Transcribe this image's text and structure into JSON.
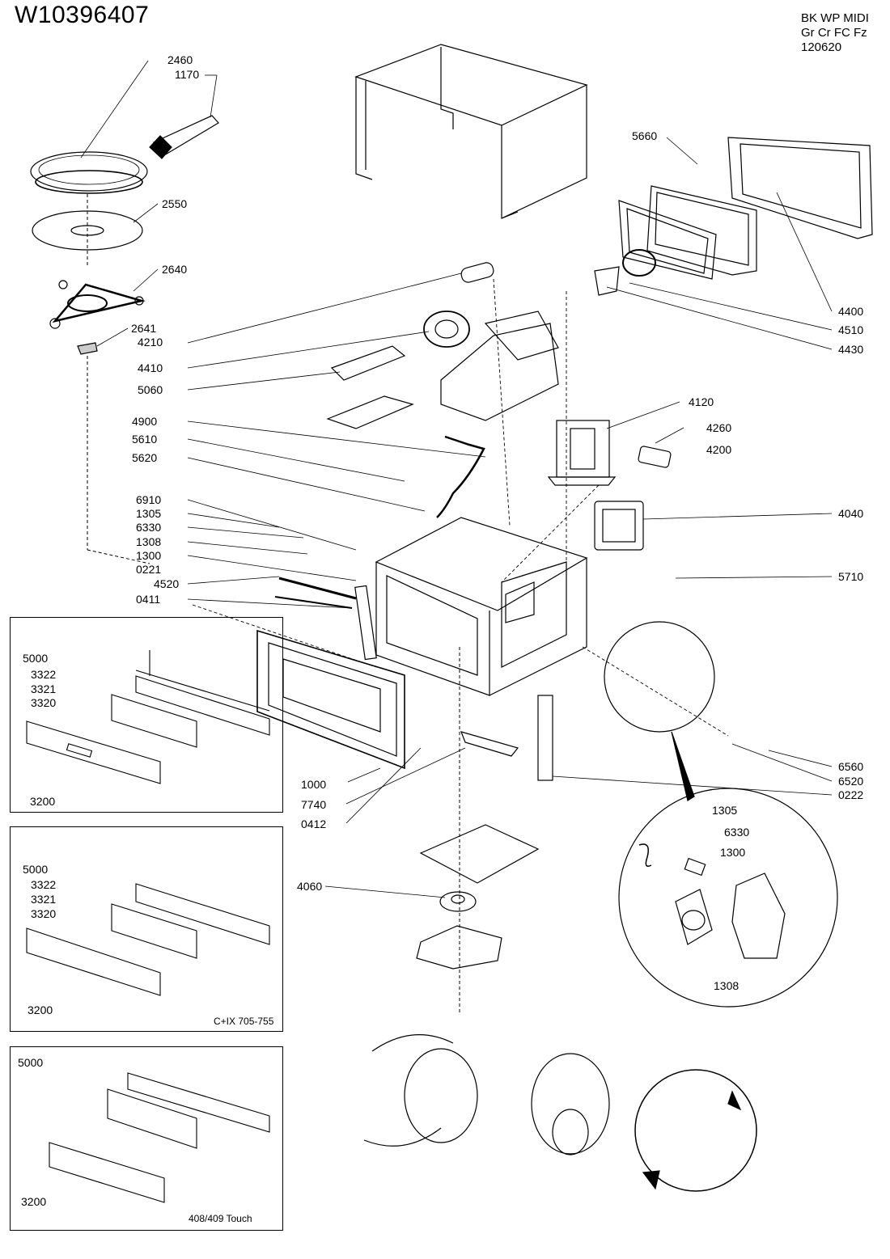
{
  "document_id": "W10396407",
  "header_meta": [
    "BK WP MIDI",
    "Gr Cr FC Fz",
    "120620"
  ],
  "panels": [
    {
      "caption": ""
    },
    {
      "caption": "C+IX 705-755"
    },
    {
      "caption": "408/409 Touch"
    }
  ],
  "part_numbers": {
    "p2460": "2460",
    "p1170": "1170",
    "p2550": "2550",
    "p2640": "2640",
    "p2641": "2641",
    "p4210": "4210",
    "p4410": "4410",
    "p5060": "5060",
    "p4900": "4900",
    "p5610": "5610",
    "p5620": "5620",
    "p6910": "6910",
    "p1305": "1305",
    "p6330": "6330",
    "p1308": "1308",
    "p1300": "1300",
    "p0221": "0221",
    "p4520": "4520",
    "p0411": "0411",
    "p5660": "5660",
    "p4400": "4400",
    "p4510": "4510",
    "p4430": "4430",
    "p4120": "4120",
    "p4260": "4260",
    "p4200": "4200",
    "p4040": "4040",
    "p5710": "5710",
    "p6560": "6560",
    "p6520": "6520",
    "p0222": "0222",
    "p1000": "1000",
    "p7740": "7740",
    "p0412": "0412",
    "p4060": "4060",
    "d1305": "1305",
    "d6330": "6330",
    "d1300": "1300",
    "d1308": "1308",
    "a5000": "5000",
    "a3322": "3322",
    "a3321": "3321",
    "a3320": "3320",
    "a3200": "3200",
    "b5000": "5000",
    "b3322": "3322",
    "b3321": "3321",
    "b3320": "3320",
    "b3200": "3200",
    "c5000": "5000",
    "c3200": "3200"
  }
}
